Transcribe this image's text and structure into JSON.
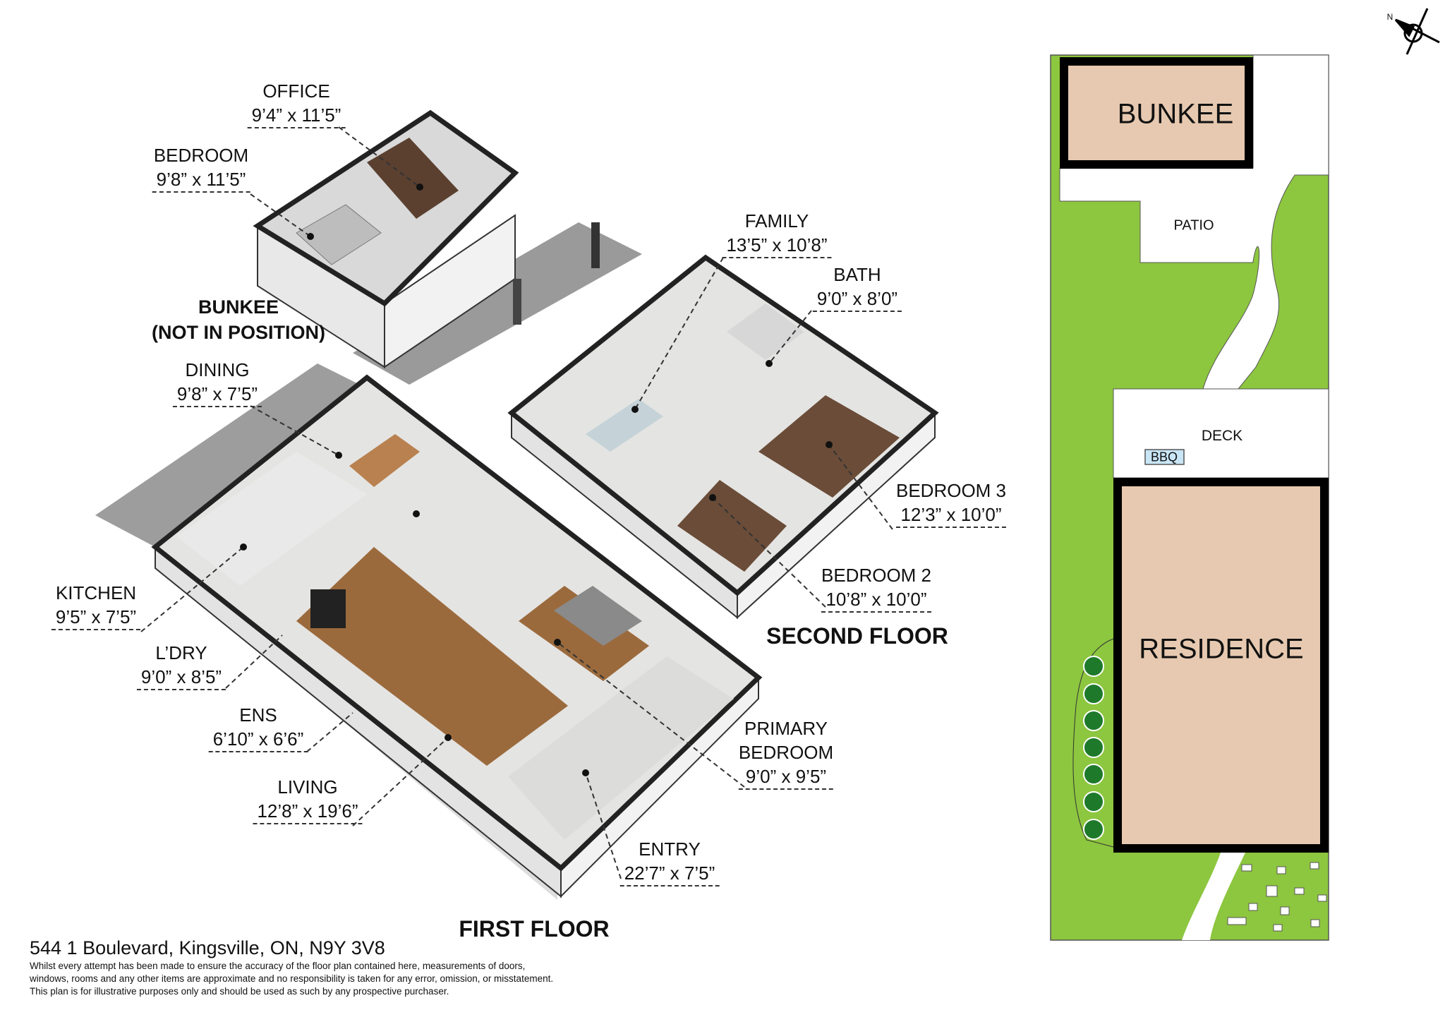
{
  "rooms": {
    "office": {
      "name": "OFFICE",
      "dim": "9’4” x 11’5”"
    },
    "bunkee_bedroom": {
      "name": "BEDROOM",
      "dim": "9’8” x 11’5”"
    },
    "dining": {
      "name": "DINING",
      "dim": "9’8” x 7’5”"
    },
    "kitchen": {
      "name": "KITCHEN",
      "dim": "9’5” x 7’5”"
    },
    "laundry": {
      "name": "L’DRY",
      "dim": "9’0” x 8’5”"
    },
    "ensuite": {
      "name": "ENS",
      "dim": "6’10” x 6’6”"
    },
    "living": {
      "name": "LIVING",
      "dim": "12’8” x 19’6”"
    },
    "entry": {
      "name": "ENTRY",
      "dim": "22’7” x 7’5”"
    },
    "primary": {
      "name1": "PRIMARY",
      "name2": "BEDROOM",
      "dim": "9’0” x 9’5”"
    },
    "family": {
      "name": "FAMILY",
      "dim": "13’5” x 10’8”"
    },
    "bath": {
      "name": "BATH",
      "dim": "9’0” x 8’0”"
    },
    "bedroom3": {
      "name": "BEDROOM 3",
      "dim": "12’3” x 10’0”"
    },
    "bedroom2": {
      "name": "BEDROOM 2",
      "dim": "10’8” x 10’0”"
    }
  },
  "titles": {
    "bunkee_line1": "BUNKEE",
    "bunkee_line2": "(NOT IN POSITION)",
    "first_floor": "FIRST FLOOR",
    "second_floor": "SECOND FLOOR"
  },
  "site_plan": {
    "bunkee": "BUNKEE",
    "patio": "PATIO",
    "deck": "DECK",
    "bbq": "BBQ",
    "residence": "RESIDENCE",
    "compass": "N",
    "colors": {
      "grass": "#8dc63f",
      "building": "#e6c9b0",
      "bbq": "#c9e6f7"
    }
  },
  "footer": {
    "address": "544 1 Boulevard, Kingsville, ON, N9Y 3V8",
    "disclaimer": [
      "Whilst every attempt has been made to ensure the accuracy of the floor plan contained here, measurements of doors,",
      "windows, rooms and any other items are approximate and no responsibility is taken for any error, omission, or misstatement.",
      "This plan is for illustrative purposes only and should be used as such by any prospective purchaser."
    ]
  }
}
